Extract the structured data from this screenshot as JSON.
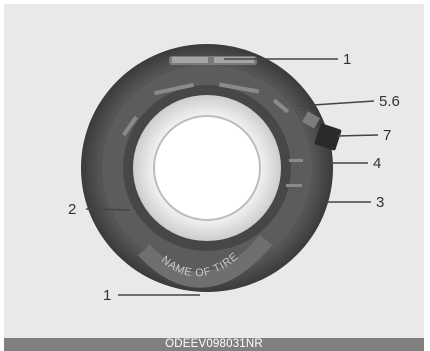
{
  "figure": {
    "caption": "ODEEV098031NR",
    "sidewall_text": "NAME OF TIRE",
    "colors": {
      "background": "#e9e9e9",
      "tire": "#4a4a4a",
      "rim": "#cfcfcf",
      "caption_bar": "#808080"
    },
    "callouts": [
      {
        "id": "callout-1-top",
        "label": "1"
      },
      {
        "id": "callout-56",
        "label": "5.6"
      },
      {
        "id": "callout-7",
        "label": "7"
      },
      {
        "id": "callout-4",
        "label": "4"
      },
      {
        "id": "callout-3",
        "label": "3"
      },
      {
        "id": "callout-2",
        "label": "2"
      },
      {
        "id": "callout-1-bottom",
        "label": "1"
      }
    ]
  }
}
